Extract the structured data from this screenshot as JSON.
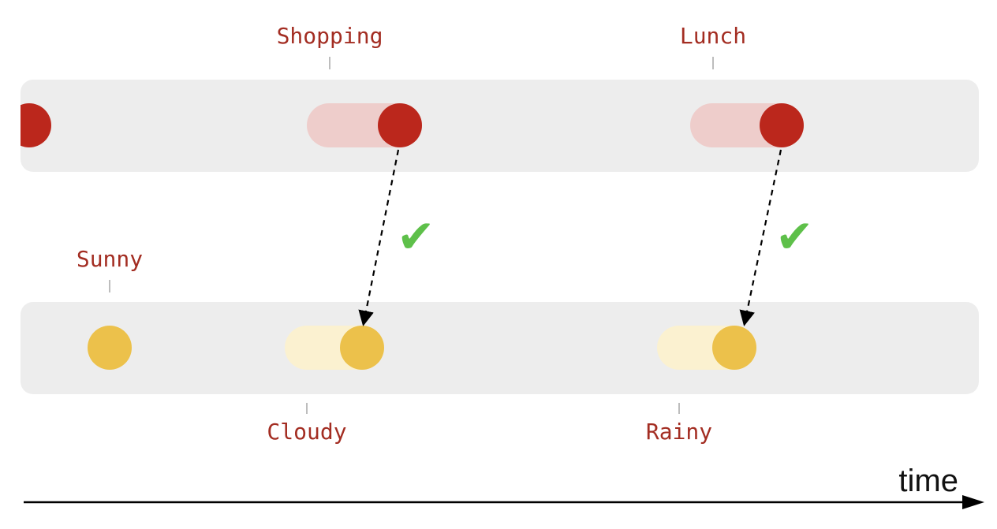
{
  "lanes": {
    "top": {
      "events": [
        {
          "label": "Shopping"
        },
        {
          "label": "Lunch"
        }
      ]
    },
    "bottom": {
      "events": [
        {
          "label": "Sunny"
        },
        {
          "label": "Cloudy"
        },
        {
          "label": "Rainy"
        }
      ]
    }
  },
  "checks": [
    "✔",
    "✔"
  ],
  "axis": {
    "label": "time"
  },
  "colors": {
    "lane_bg": "#ededed",
    "top_dot": "#bb271c",
    "top_trail": "#eecdcb",
    "bottom_dot": "#ecc14b",
    "bottom_trail": "#fbf1d0",
    "label": "#a32d22",
    "check": "#5ec04a",
    "tick": "#bdbdbd"
  }
}
